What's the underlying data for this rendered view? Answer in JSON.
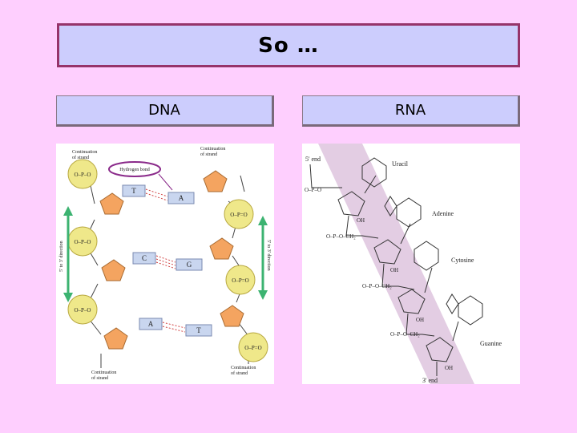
{
  "slide": {
    "title": "So …",
    "left_header": "DNA",
    "right_header": "RNA"
  },
  "dna": {
    "top_left": [
      "Continuation",
      "of strand"
    ],
    "top_right": [
      "Continuation",
      "of strand"
    ],
    "bottom_left": [
      "Continuation",
      "of strand"
    ],
    "bottom_right": [
      "Continuation",
      "of strand"
    ],
    "hydrogen_bond": "Hydrogen bond",
    "direction_left": "5' to 3' direction",
    "direction_right": "5' to 3' direction",
    "left_bases": [
      "T",
      "C",
      "A"
    ],
    "right_bases": [
      "A",
      "G",
      "T"
    ]
  },
  "rna": {
    "five_prime_end": "5' end",
    "three_prime_end": "3' end",
    "bases": [
      "Uracil",
      "Adenine",
      "Cytosine",
      "Guanine"
    ]
  },
  "colors": {
    "background": "#fecffe",
    "box_fill": "#cccdfd",
    "title_border": "#96336a",
    "phosphate": "#efe88a",
    "sugar": "#f4a460",
    "base_box": "#c9d6ef",
    "arrow_green": "#3cb371",
    "rna_band": "#e3cde3"
  }
}
